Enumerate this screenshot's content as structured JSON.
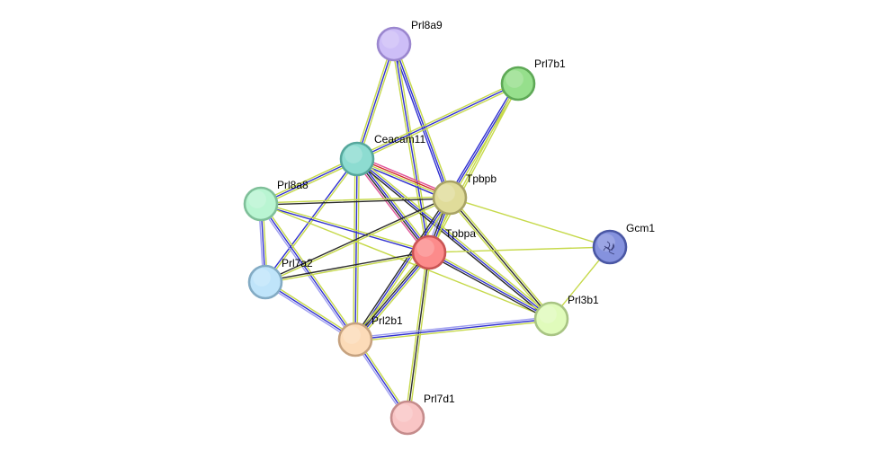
{
  "nodes": [
    {
      "id": "Prl8a9",
      "label": "Prl8a9",
      "fill": "#cdbef7",
      "stroke": "#9b87cf"
    },
    {
      "id": "Prl7b1",
      "label": "Prl7b1",
      "fill": "#96df8c",
      "stroke": "#5ea856"
    },
    {
      "id": "Ceacam11",
      "label": "Ceacam11",
      "fill": "#8ddcd1",
      "stroke": "#56a79c"
    },
    {
      "id": "Prl8a8",
      "label": "Prl8a8",
      "fill": "#b9f5d2",
      "stroke": "#7fbf99"
    },
    {
      "id": "Tpbpb",
      "label": "Tpbpb",
      "fill": "#e0dc9a",
      "stroke": "#a8a365"
    },
    {
      "id": "Gcm1",
      "label": "Gcm1",
      "fill": "#8592de",
      "stroke": "#4a57a4",
      "has_structure": true
    },
    {
      "id": "Tpbpa",
      "label": "Tpbpa",
      "fill": "#fc8b8b",
      "stroke": "#c95454"
    },
    {
      "id": "Prl7a2",
      "label": "Prl7a2",
      "fill": "#bfe4fa",
      "stroke": "#83abc4"
    },
    {
      "id": "Prl3b1",
      "label": "Prl3b1",
      "fill": "#e0fbbb",
      "stroke": "#a8c483"
    },
    {
      "id": "Prl2b1",
      "label": "Prl2b1",
      "fill": "#fcdbb8",
      "stroke": "#c6a27f"
    },
    {
      "id": "Prl7d1",
      "label": "Prl7d1",
      "fill": "#f9c5c5",
      "stroke": "#c58c8c"
    }
  ],
  "edge_colors": {
    "textmining": "#c6d94a",
    "coexpression": "#2b2b2b",
    "database": "#3030d0",
    "homology": "#9f9ff0",
    "experiments": "#e0569a",
    "fusion": "#d02b2b"
  },
  "edges": [
    {
      "source": "Prl8a9",
      "target": "Ceacam11",
      "types": [
        "textmining",
        "database",
        "textmining"
      ]
    },
    {
      "source": "Prl8a9",
      "target": "Tpbpb",
      "types": [
        "textmining",
        "database",
        "database"
      ]
    },
    {
      "source": "Prl8a9",
      "target": "Tpbpa",
      "types": [
        "textmining",
        "database",
        "textmining"
      ]
    },
    {
      "source": "Prl7b1",
      "target": "Ceacam11",
      "types": [
        "textmining",
        "database",
        "textmining"
      ]
    },
    {
      "source": "Prl7b1",
      "target": "Tpbpb",
      "types": [
        "textmining",
        "database",
        "database"
      ]
    },
    {
      "source": "Prl7b1",
      "target": "Tpbpa",
      "types": [
        "textmining",
        "textmining"
      ]
    },
    {
      "source": "Ceacam11",
      "target": "Prl8a8",
      "types": [
        "textmining",
        "database",
        "textmining"
      ]
    },
    {
      "source": "Ceacam11",
      "target": "Tpbpb",
      "types": [
        "experiments",
        "fusion",
        "textmining",
        "database"
      ]
    },
    {
      "source": "Ceacam11",
      "target": "Tpbpa",
      "types": [
        "textmining",
        "database",
        "coexpression",
        "experiments"
      ]
    },
    {
      "source": "Ceacam11",
      "target": "Prl7a2",
      "types": [
        "textmining",
        "database"
      ]
    },
    {
      "source": "Ceacam11",
      "target": "Prl2b1",
      "types": [
        "textmining",
        "database",
        "textmining"
      ]
    },
    {
      "source": "Ceacam11",
      "target": "Prl3b1",
      "types": [
        "textmining",
        "database",
        "coexpression"
      ]
    },
    {
      "source": "Prl8a8",
      "target": "Tpbpb",
      "types": [
        "textmining",
        "coexpression"
      ]
    },
    {
      "source": "Prl8a8",
      "target": "Tpbpa",
      "types": [
        "textmining",
        "database"
      ]
    },
    {
      "source": "Prl8a8",
      "target": "Prl7a2",
      "types": [
        "textmining",
        "database",
        "homology"
      ]
    },
    {
      "source": "Prl8a8",
      "target": "Prl2b1",
      "types": [
        "textmining",
        "database",
        "homology"
      ]
    },
    {
      "source": "Prl8a8",
      "target": "Prl3b1",
      "types": [
        "textmining"
      ]
    },
    {
      "source": "Tpbpb",
      "target": "Gcm1",
      "types": [
        "textmining"
      ]
    },
    {
      "source": "Tpbpb",
      "target": "Tpbpa",
      "types": [
        "textmining",
        "database",
        "coexpression",
        "homology"
      ]
    },
    {
      "source": "Tpbpb",
      "target": "Prl7a2",
      "types": [
        "textmining",
        "coexpression"
      ]
    },
    {
      "source": "Tpbpb",
      "target": "Prl2b1",
      "types": [
        "textmining",
        "database",
        "coexpression"
      ]
    },
    {
      "source": "Tpbpb",
      "target": "Prl3b1",
      "types": [
        "textmining",
        "coexpression",
        "textmining"
      ]
    },
    {
      "source": "Tpbpa",
      "target": "Gcm1",
      "types": [
        "textmining"
      ]
    },
    {
      "source": "Tpbpa",
      "target": "Prl7a2",
      "types": [
        "textmining",
        "coexpression"
      ]
    },
    {
      "source": "Tpbpa",
      "target": "Prl2b1",
      "types": [
        "textmining",
        "database",
        "coexpression",
        "textmining"
      ]
    },
    {
      "source": "Tpbpa",
      "target": "Prl3b1",
      "types": [
        "textmining",
        "database",
        "coexpression"
      ]
    },
    {
      "source": "Tpbpa",
      "target": "Prl7d1",
      "types": [
        "textmining",
        "coexpression",
        "textmining"
      ]
    },
    {
      "source": "Gcm1",
      "target": "Prl3b1",
      "types": [
        "textmining"
      ]
    },
    {
      "source": "Prl7a2",
      "target": "Prl2b1",
      "types": [
        "textmining",
        "database",
        "homology"
      ]
    },
    {
      "source": "Prl3b1",
      "target": "Prl2b1",
      "types": [
        "textmining",
        "database",
        "homology"
      ]
    },
    {
      "source": "Prl2b1",
      "target": "Prl7d1",
      "types": [
        "textmining",
        "database",
        "homology"
      ]
    }
  ]
}
